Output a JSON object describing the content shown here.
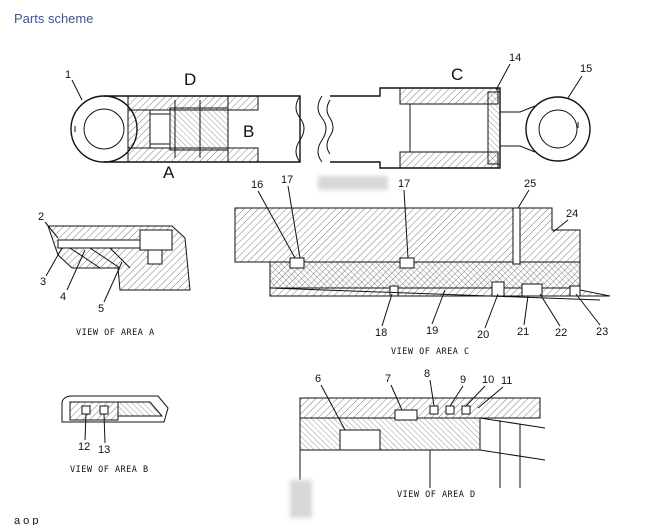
{
  "header": {
    "title": "Parts scheme"
  },
  "views": {
    "main": {
      "labels": {
        "d": "D",
        "c": "C",
        "b": "B",
        "a": "A"
      },
      "callouts": [
        "1",
        "14",
        "15"
      ]
    },
    "area_a": {
      "caption": "VIEW OF AREA A",
      "callouts": [
        "2",
        "3",
        "4",
        "5"
      ]
    },
    "area_b": {
      "caption": "VIEW OF AREA B",
      "callouts": [
        "12",
        "13"
      ]
    },
    "area_c": {
      "caption": "VIEW OF AREA C",
      "callouts": [
        "16",
        "17",
        "17",
        "25",
        "24",
        "18",
        "19",
        "20",
        "21",
        "22",
        "23"
      ]
    },
    "area_d": {
      "caption": "VIEW OF AREA D",
      "callouts": [
        "6",
        "7",
        "8",
        "9",
        "10",
        "11"
      ]
    }
  },
  "footer": {
    "text": "а о р"
  }
}
